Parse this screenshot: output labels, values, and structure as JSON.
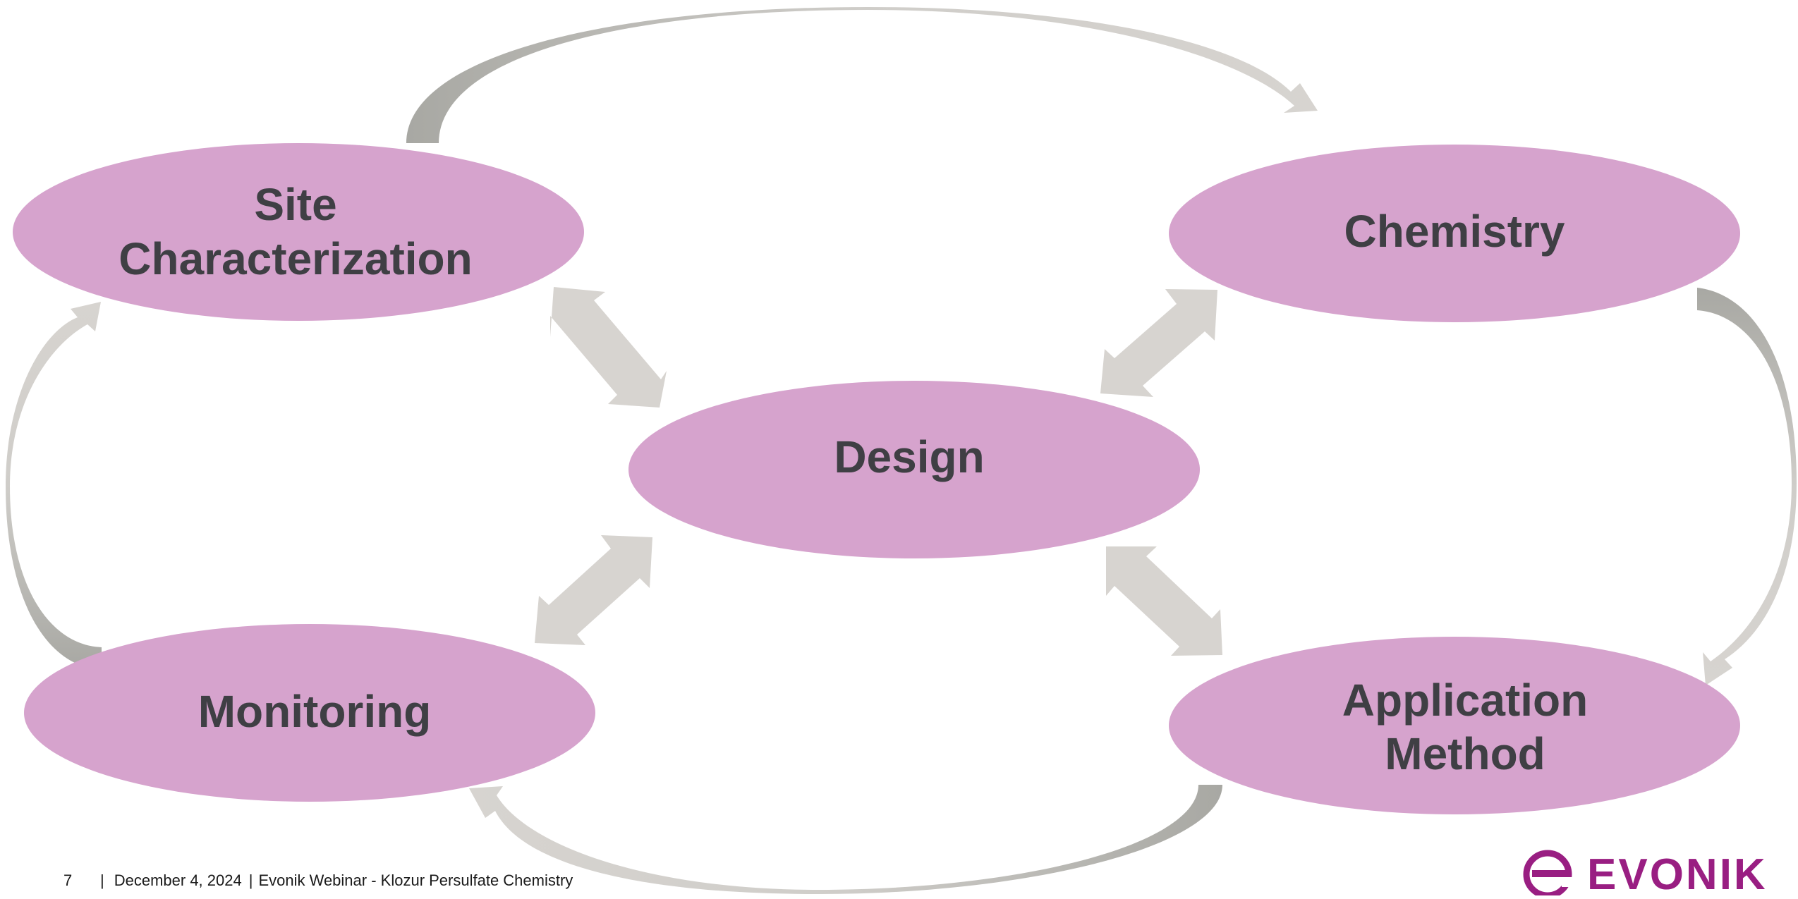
{
  "diagram": {
    "nodes": [
      {
        "id": "site",
        "lines": [
          "Site",
          "Characterization"
        ]
      },
      {
        "id": "chemistry",
        "lines": [
          "Chemistry"
        ]
      },
      {
        "id": "design",
        "lines": [
          "Design"
        ]
      },
      {
        "id": "monitoring",
        "lines": [
          "Monitoring"
        ]
      },
      {
        "id": "application",
        "lines": [
          "Application",
          "Method"
        ]
      }
    ],
    "cycle": [
      "site",
      "chemistry",
      "application",
      "monitoring",
      "site"
    ],
    "links_to_center": [
      "site",
      "chemistry",
      "monitoring",
      "application"
    ]
  },
  "colors": {
    "node_fill": "#d6a3cd",
    "node_text": "#3f3f44",
    "arrow_light": "#d7d4d0",
    "arrow_dark": "#a8a8a3",
    "brand": "#991e82"
  },
  "footer": {
    "page": "7",
    "separator": "|",
    "date": "December 4, 2024",
    "title": "Evonik Webinar - Klozur Persulfate Chemistry"
  },
  "logo": {
    "text": "EVONIK",
    "icon": "evonik-logo-icon"
  }
}
